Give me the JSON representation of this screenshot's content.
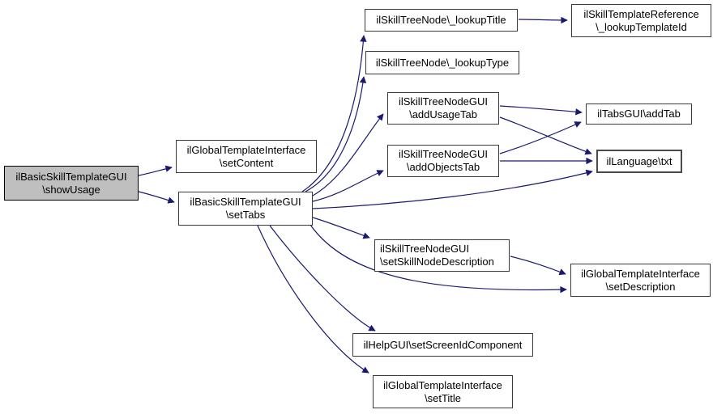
{
  "diagram": {
    "type": "call-graph",
    "background_color": "#ffffff",
    "edge_color": "#191970",
    "node_border_color": "#3a3a3a",
    "node_fill_color": "#ffffff",
    "current_node_fill_color": "#bfbfbf",
    "nodes": {
      "showUsage": {
        "line1": "ilBasicSkillTemplateGUI",
        "line2": "\\showUsage"
      },
      "setContent": {
        "line1": "ilGlobalTemplateInterface",
        "line2": "\\setContent"
      },
      "setTabs": {
        "line1": "ilBasicSkillTemplateGUI",
        "line2": "\\setTabs"
      },
      "lookupTitle": {
        "line1": "ilSkillTreeNode\\_lookupTitle"
      },
      "lookupType": {
        "line1": "ilSkillTreeNode\\_lookupType"
      },
      "addUsageTab": {
        "line1": "ilSkillTreeNodeGUI",
        "line2": "\\addUsageTab"
      },
      "addObjectsTab": {
        "line1": "ilSkillTreeNodeGUI",
        "line2": "\\addObjectsTab"
      },
      "setSkillNodeDescription": {
        "line1": "ilSkillTreeNodeGUI",
        "line2": "\\setSkillNodeDescription"
      },
      "setScreenIdComponent": {
        "line1": "ilHelpGUI\\setScreenIdComponent"
      },
      "setTitle": {
        "line1": "ilGlobalTemplateInterface",
        "line2": "\\setTitle"
      },
      "lookupTemplateId": {
        "line1": "ilSkillTemplateReference",
        "line2": "\\_lookupTemplateId"
      },
      "addTab": {
        "line1": "ilTabsGUI\\addTab"
      },
      "txt": {
        "line1": "ilLanguage\\txt"
      },
      "setDescription": {
        "line1": "ilGlobalTemplateInterface",
        "line2": "\\setDescription"
      }
    },
    "edges": [
      {
        "from": "showUsage",
        "to": "setContent"
      },
      {
        "from": "showUsage",
        "to": "setTabs"
      },
      {
        "from": "setTabs",
        "to": "lookupTitle"
      },
      {
        "from": "setTabs",
        "to": "lookupType"
      },
      {
        "from": "setTabs",
        "to": "addUsageTab"
      },
      {
        "from": "setTabs",
        "to": "addObjectsTab"
      },
      {
        "from": "setTabs",
        "to": "txt"
      },
      {
        "from": "setTabs",
        "to": "setSkillNodeDescription"
      },
      {
        "from": "setTabs",
        "to": "setDescription"
      },
      {
        "from": "setTabs",
        "to": "setScreenIdComponent"
      },
      {
        "from": "setTabs",
        "to": "setTitle"
      },
      {
        "from": "lookupTitle",
        "to": "lookupTemplateId"
      },
      {
        "from": "addUsageTab",
        "to": "addTab"
      },
      {
        "from": "addUsageTab",
        "to": "txt"
      },
      {
        "from": "addObjectsTab",
        "to": "addTab"
      },
      {
        "from": "addObjectsTab",
        "to": "txt"
      },
      {
        "from": "setSkillNodeDescription",
        "to": "setDescription"
      }
    ]
  }
}
